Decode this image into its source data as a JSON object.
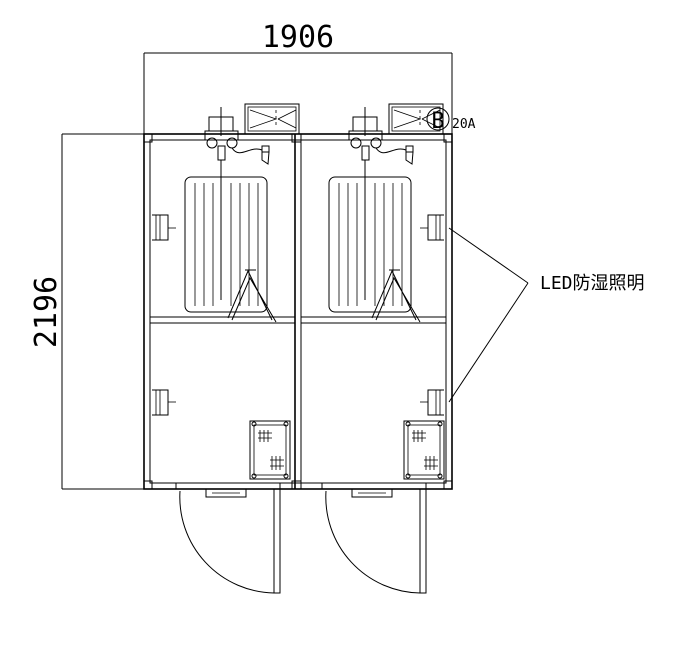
{
  "dimensions": {
    "width": "1906",
    "height": "2196"
  },
  "breaker": {
    "letter": "B",
    "rating": "20A"
  },
  "lighting_label": "LED防湿照明",
  "colors": {
    "line": "#000000",
    "background": "#ffffff"
  }
}
